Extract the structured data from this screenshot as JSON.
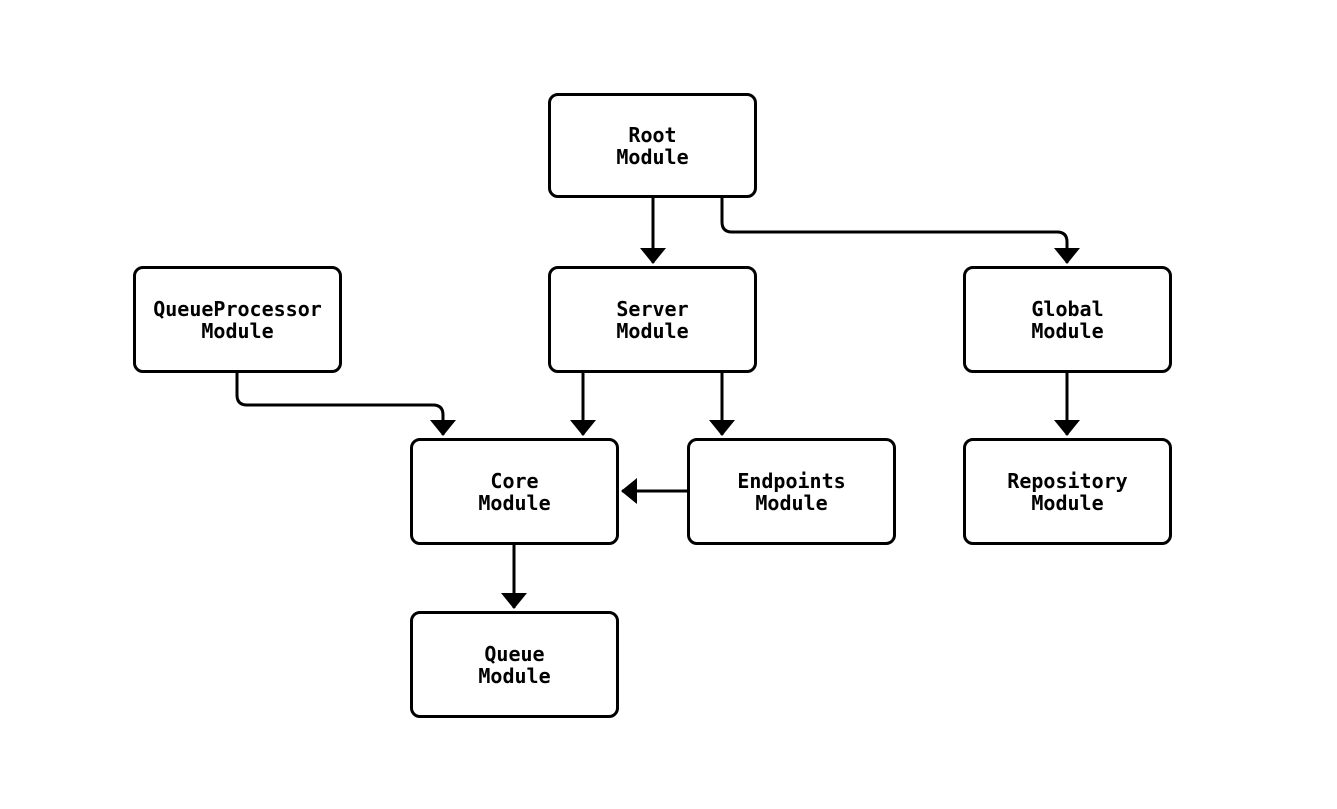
{
  "diagram": {
    "type": "flowchart",
    "description": "Module dependency graph",
    "background_color": "#ffffff",
    "node_fill_color": "#ffffff",
    "node_border_color": "#000000",
    "edge_color": "#000000",
    "text_color": "#000000",
    "nodes": [
      {
        "id": "root",
        "label": "Root\nModule"
      },
      {
        "id": "queueprocessor",
        "label": "QueueProcessor\nModule"
      },
      {
        "id": "server",
        "label": "Server\nModule"
      },
      {
        "id": "global",
        "label": "Global\nModule"
      },
      {
        "id": "core",
        "label": "Core\nModule"
      },
      {
        "id": "endpoints",
        "label": "Endpoints\nModule"
      },
      {
        "id": "repository",
        "label": "Repository\nModule"
      },
      {
        "id": "queue",
        "label": "Queue\nModule"
      }
    ],
    "edges": [
      {
        "from": "root",
        "to": "server"
      },
      {
        "from": "root",
        "to": "global"
      },
      {
        "from": "queueprocessor",
        "to": "core"
      },
      {
        "from": "server",
        "to": "core"
      },
      {
        "from": "server",
        "to": "endpoints"
      },
      {
        "from": "endpoints",
        "to": "core"
      },
      {
        "from": "global",
        "to": "repository"
      },
      {
        "from": "core",
        "to": "queue"
      }
    ]
  }
}
